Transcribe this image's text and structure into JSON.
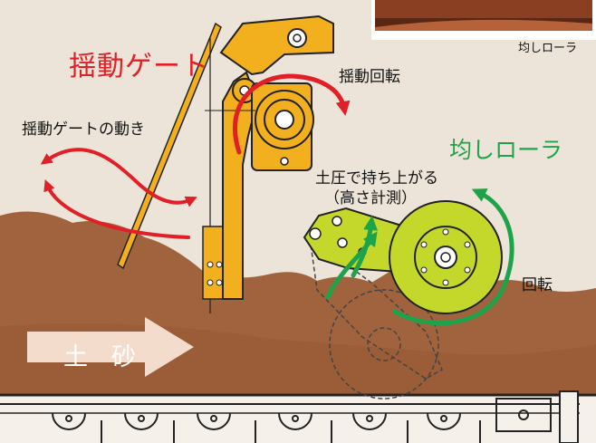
{
  "labels": {
    "swing_gate": "揺動ゲート",
    "swing_rotation": "揺動回転",
    "gate_motion": "揺動ゲートの動き",
    "leveling_roller": "均しローラ",
    "pushed_up": "土圧で持ち上がる",
    "height_measure": "（高さ計測）",
    "rotation": "回転",
    "soil": "土砂",
    "inset_caption": "均しローラ"
  },
  "colors": {
    "background": "#ece4d8",
    "soil": "#a0633e",
    "gate_yellow": "#f2b01e",
    "roller_green": "#c3d82b",
    "arrow_red": "#e01f26",
    "arrow_green": "#1fa34a",
    "soil_arrow": "#f3dccb"
  }
}
